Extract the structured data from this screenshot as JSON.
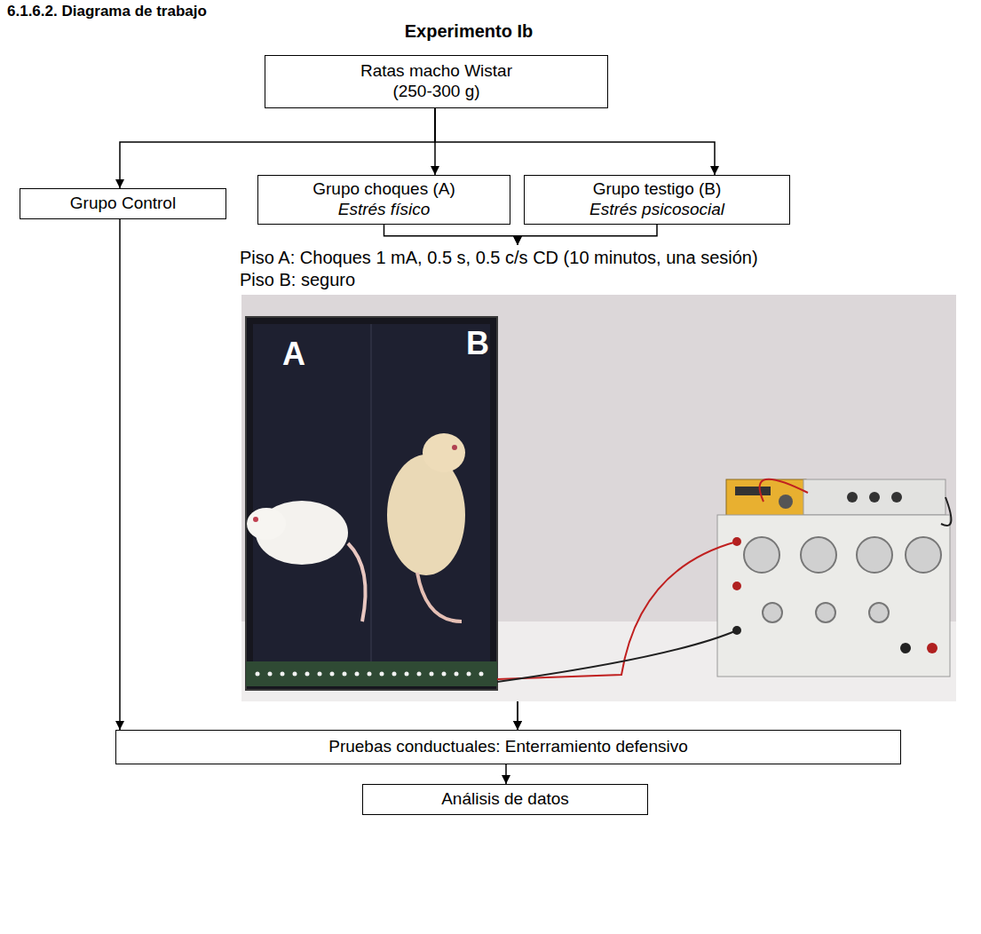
{
  "diagram": {
    "title": "Experimento Ib",
    "nodes": [
      {
        "text": [
          "Ratas macho Wistar (250-300 g)"
        ]
      },
      {
        "text": [
          "Grupo Control"
        ]
      },
      {
        "text": [
          "Grupo choques (A)",
          "Estrés físico"
        ]
      },
      {
        "text": [
          "Grupo testigo (B)",
          "Estrés psicosocial"
        ]
      },
      {
        "text": [
          "Pruebas conductuales: Enterramiento defensivo"
        ]
      },
      {
        "text": [
          "Análisis de datos"
        ]
      }
    ],
    "edges": [
      {
        "from": 0,
        "to": 1,
        "arrow": "to"
      },
      {
        "from": 0,
        "to": 2,
        "arrow": "to"
      },
      {
        "from": 0,
        "to": 3,
        "arrow": "to"
      },
      {
        "from": 1,
        "to": 4,
        "arrow": "to"
      },
      {
        "from": 2,
        "to": 4,
        "arrow": "to"
      },
      {
        "from": 3,
        "to": 4,
        "arrow": "to"
      },
      {
        "from": 4,
        "to": 5,
        "arrow": "to"
      }
    ],
    "labels": [
      "6.1.6.2. Diagrama de trabajo",
      "Piso A: Choques 1 mA, 0.5 s, 0.5 c/s CD (10 minutos, una sesión)",
      "Piso B: seguro",
      "A",
      "B"
    ]
  }
}
